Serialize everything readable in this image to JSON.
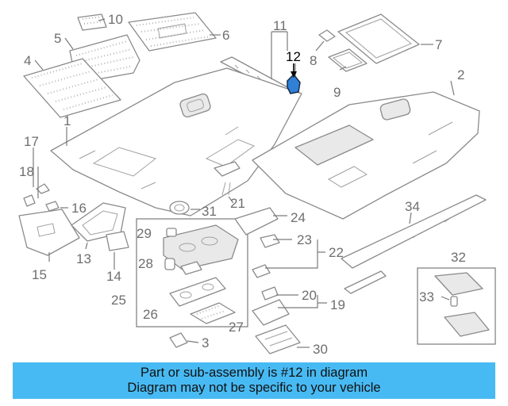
{
  "diagram": {
    "highlighted_part": "12",
    "callouts": [
      "1",
      "2",
      "3",
      "4",
      "5",
      "6",
      "7",
      "8",
      "9",
      "10",
      "11",
      "12",
      "13",
      "14",
      "15",
      "16",
      "17",
      "18",
      "19",
      "20",
      "21",
      "22",
      "23",
      "24",
      "25",
      "26",
      "27",
      "28",
      "29",
      "30",
      "31",
      "32",
      "33",
      "34"
    ],
    "colors": {
      "line": "#8a8a8a",
      "label": "#6e6e6e",
      "highlight": "#2f80d6",
      "banner": "#48baf3"
    }
  },
  "banner": {
    "line1": "Part or sub-assembly is #12 in diagram",
    "line2": "Diagram may not be specific to your vehicle"
  }
}
